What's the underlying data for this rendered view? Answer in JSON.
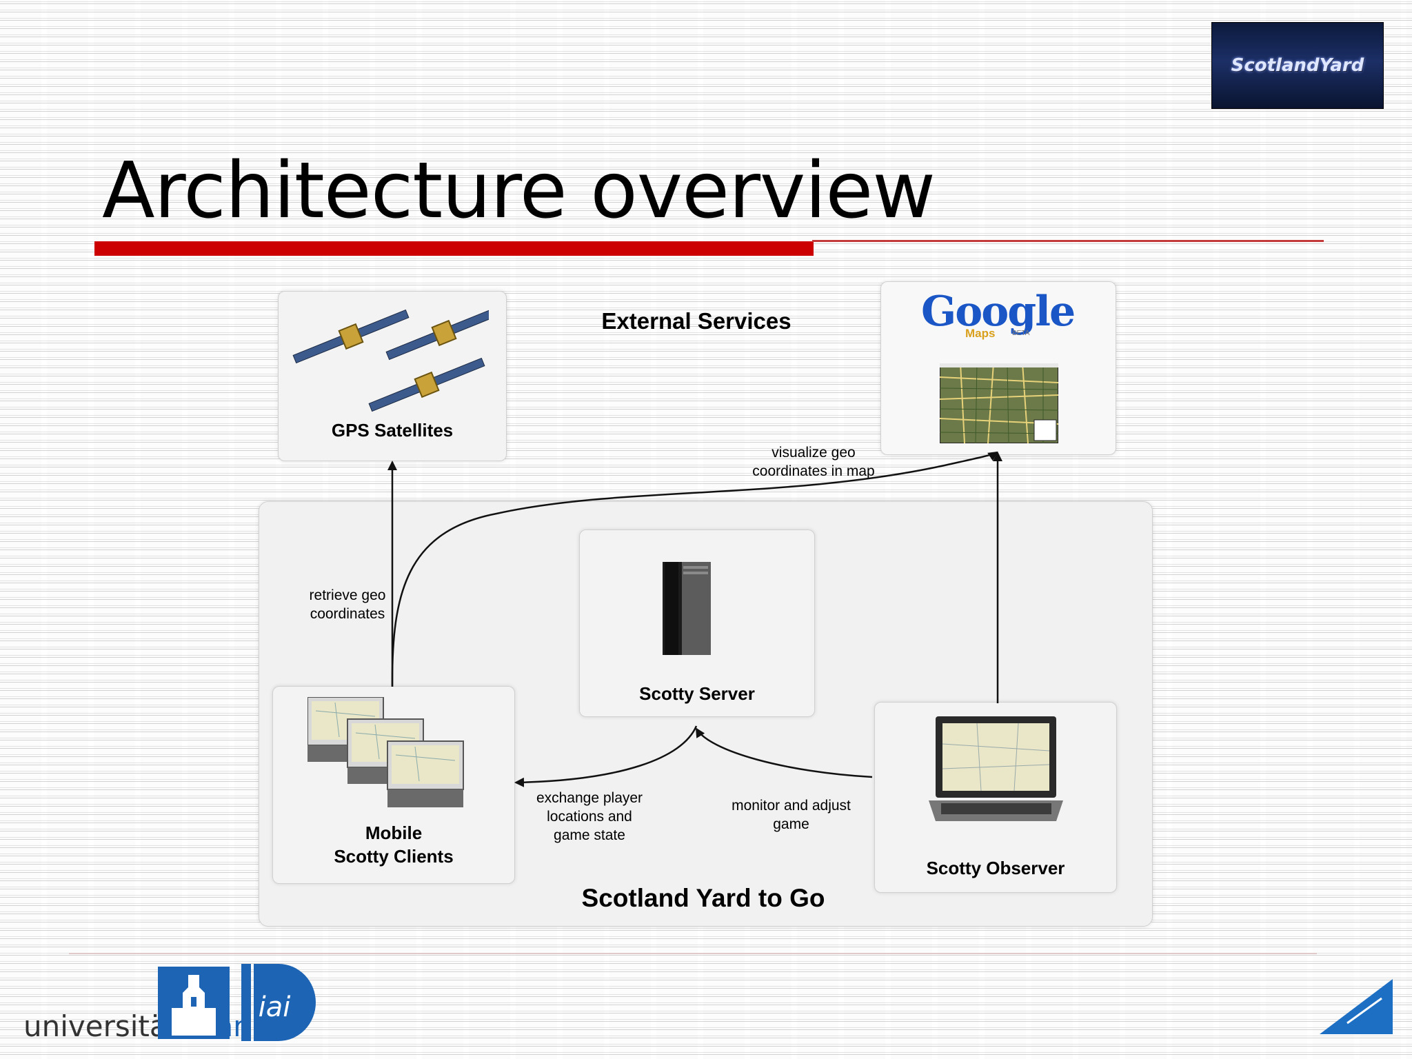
{
  "slide": {
    "title": "Architecture overview",
    "top_logo_text": "ScotlandYard"
  },
  "diagram": {
    "external_services_label": "External Services",
    "system_label": "Scotland Yard to Go",
    "nodes": {
      "gps": "GPS Satellites",
      "google_maps": {
        "logo_word": "Google",
        "sub_word": "Maps",
        "beta": "BETA"
      },
      "server": "Scotty Server",
      "clients_line1": "Mobile",
      "clients_line2": "Scotty Clients",
      "observer": "Scotty Observer"
    },
    "edges": {
      "retrieve_line1": "retrieve geo",
      "retrieve_line2": "coordinates",
      "visualize_line1": "visualize geo",
      "visualize_line2": "coordinates in map",
      "exchange_line1": "exchange player",
      "exchange_line2": "locations and",
      "exchange_line3": "game state",
      "monitor_line1": "monitor and adjust",
      "monitor_line2": "game"
    }
  },
  "footer": {
    "university_text_1": "universität",
    "university_text_2": "bonn",
    "institute_mark": "iai"
  },
  "colors": {
    "accent_red": "#cc0000",
    "university_blue": "#1d64b4",
    "panel_fill": "#f3f3f3"
  }
}
